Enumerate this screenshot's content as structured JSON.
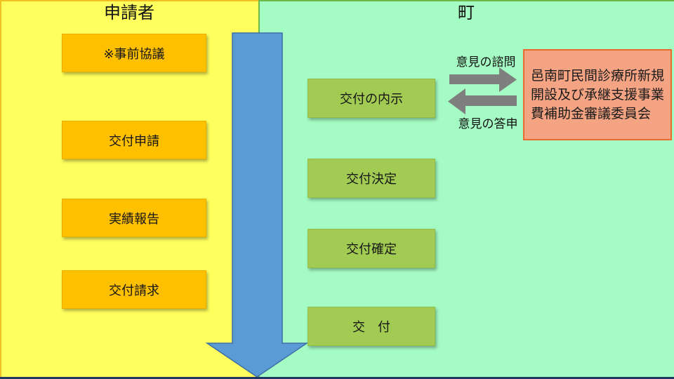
{
  "left_panel": {
    "title": "申請者",
    "boxes": [
      {
        "label": "※事前協議"
      },
      {
        "label": "交付申請"
      },
      {
        "label": "実績報告"
      },
      {
        "label": "交付請求"
      }
    ]
  },
  "right_panel": {
    "title": "町",
    "boxes": [
      {
        "label": "交付の内示"
      },
      {
        "label": "交付決定"
      },
      {
        "label": "交付確定"
      },
      {
        "label": "交　付"
      }
    ]
  },
  "committee_box": {
    "lines": [
      "邑南町民間診療所新規",
      "開設及び承継支援事業",
      "費補助金審議委員会"
    ]
  },
  "gray_arrows": {
    "consult_label": "意見の諮問",
    "reply_label": "意見の答申"
  },
  "colors": {
    "left_panel_bg": "#FFFF5E",
    "left_panel_border": "#F2BE24",
    "right_panel_bg": "#A5FBC4",
    "right_panel_border": "#6CB94A",
    "applicant_box_bg": "#FFC000",
    "town_box_bg": "#A2CB53",
    "committee_bg": "#F4A483",
    "committee_border": "#E76C2E",
    "flow_arrow_fill": "#5B9BD5",
    "flow_arrow_stroke": "#3F6FA6",
    "gray_arrow_fill": "#7F7F7F",
    "bottom_bar": "#1F3864"
  }
}
